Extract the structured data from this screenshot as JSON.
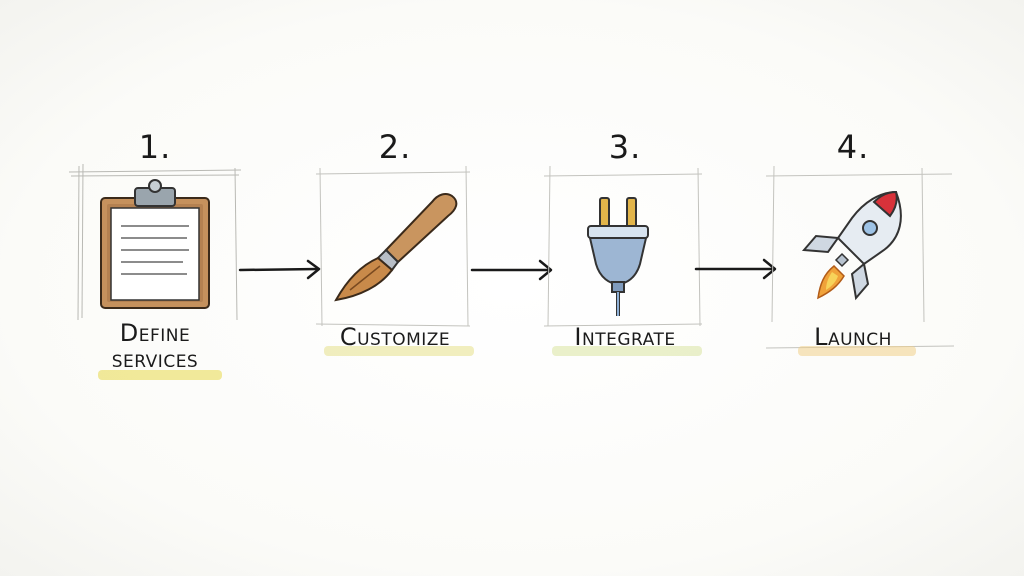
{
  "steps": [
    {
      "number": "1.",
      "label_line1": "Define",
      "label_line2": "services",
      "icon": "clipboard-icon",
      "highlight_color": "#e8d84a"
    },
    {
      "number": "2.",
      "label_line1": "Customize",
      "icon": "paintbrush-icon",
      "highlight_color": "#e6e08a"
    },
    {
      "number": "3.",
      "label_line1": "Integrate",
      "icon": "plug-icon",
      "highlight_color": "#d9e4a0"
    },
    {
      "number": "4.",
      "label_line1": "Launch",
      "icon": "rocket-icon",
      "highlight_color": "#f0d08a"
    }
  ],
  "colors": {
    "ink": "#1a1a1a",
    "frame_line": "#b9b9b4",
    "wood": "#b9875a",
    "steel": "#8fa9c9",
    "rocket_red": "#d8323a",
    "flame": "#f0a23a"
  }
}
